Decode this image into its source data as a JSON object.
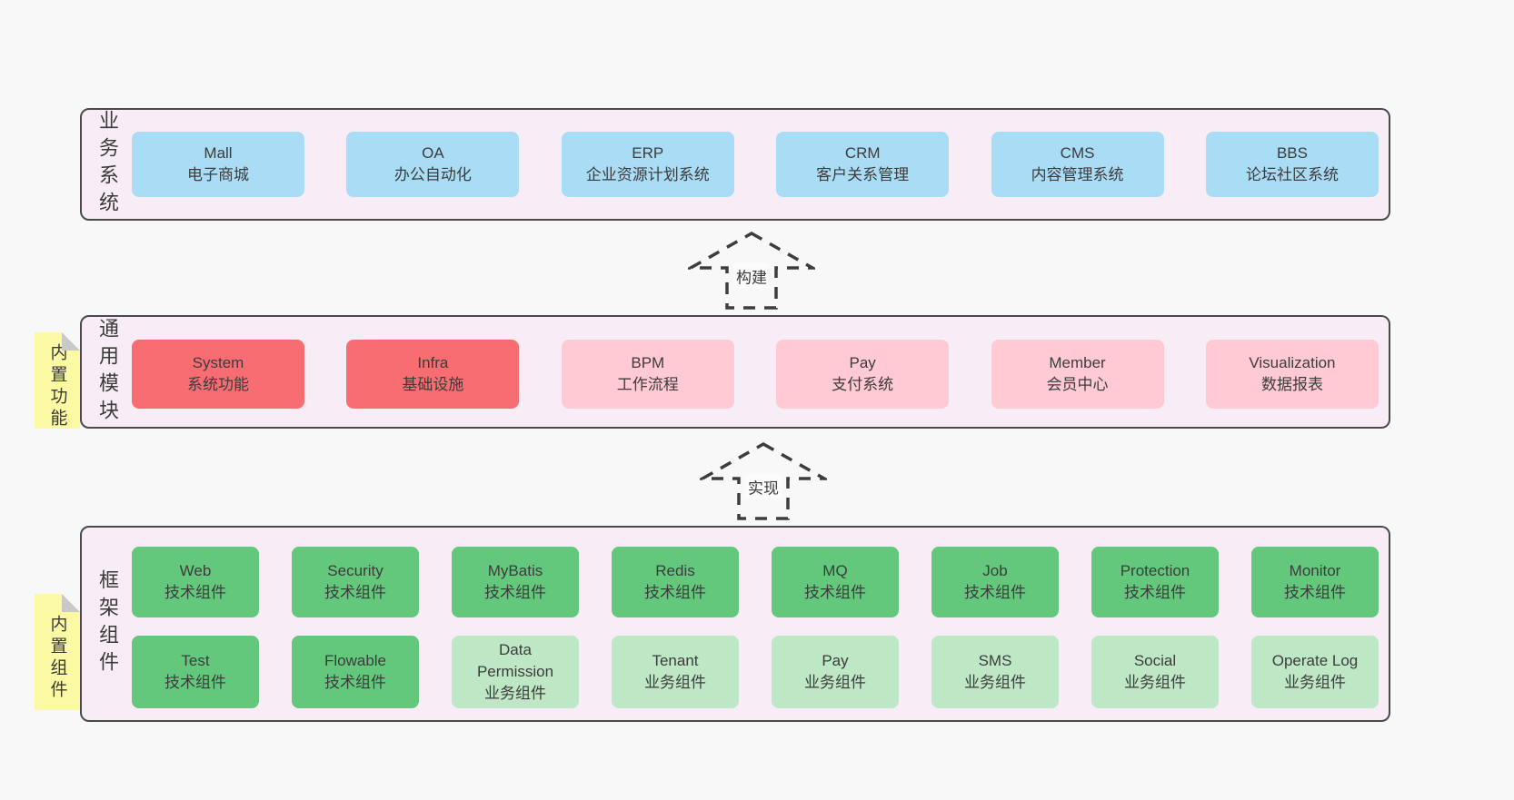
{
  "colors": {
    "background": "#f8f8f8",
    "panel_fill": "#f8edf6",
    "panel_border": "#4a4a4a",
    "blue_box": "#a9dcf5",
    "red_box": "#f76d71",
    "pink_box": "#ffcad3",
    "green_box": "#63c87c",
    "light_green_box": "#bee7c6",
    "sticky_note": "#fbf9a3",
    "sticky_fold": "#c9c9c9",
    "text": "#3a3a3a"
  },
  "business": {
    "label": "业务系统",
    "items": [
      {
        "name": "Mall",
        "desc": "电子商城"
      },
      {
        "name": "OA",
        "desc": "办公自动化"
      },
      {
        "name": "ERP",
        "desc": "企业资源计划系统"
      },
      {
        "name": "CRM",
        "desc": "客户关系管理"
      },
      {
        "name": "CMS",
        "desc": "内容管理系统"
      },
      {
        "name": "BBS",
        "desc": "论坛社区系统"
      }
    ]
  },
  "arrows": {
    "build": "构建",
    "implement": "实现"
  },
  "modules": {
    "label": "通用模块",
    "sticky": "内置功能",
    "items": [
      {
        "name": "System",
        "desc": "系统功能"
      },
      {
        "name": "Infra",
        "desc": "基础设施"
      },
      {
        "name": "BPM",
        "desc": "工作流程"
      },
      {
        "name": "Pay",
        "desc": "支付系统"
      },
      {
        "name": "Member",
        "desc": "会员中心"
      },
      {
        "name": "Visualization",
        "desc": "数据报表"
      }
    ]
  },
  "framework": {
    "label": "框架组件",
    "sticky": "内置组件",
    "row1": [
      {
        "name": "Web",
        "desc": "技术组件"
      },
      {
        "name": "Security",
        "desc": "技术组件"
      },
      {
        "name": "MyBatis",
        "desc": "技术组件"
      },
      {
        "name": "Redis",
        "desc": "技术组件"
      },
      {
        "name": "MQ",
        "desc": "技术组件"
      },
      {
        "name": "Job",
        "desc": "技术组件"
      },
      {
        "name": "Protection",
        "desc": "技术组件"
      },
      {
        "name": "Monitor",
        "desc": "技术组件"
      }
    ],
    "row2": [
      {
        "name": "Test",
        "desc": "技术组件"
      },
      {
        "name": "Flowable",
        "desc": "技术组件"
      },
      {
        "name": "Data Permission",
        "desc": "业务组件"
      },
      {
        "name": "Tenant",
        "desc": "业务组件"
      },
      {
        "name": "Pay",
        "desc": "业务组件"
      },
      {
        "name": "SMS",
        "desc": "业务组件"
      },
      {
        "name": "Social",
        "desc": "业务组件"
      },
      {
        "name": "Operate Log",
        "desc": "业务组件"
      }
    ]
  }
}
